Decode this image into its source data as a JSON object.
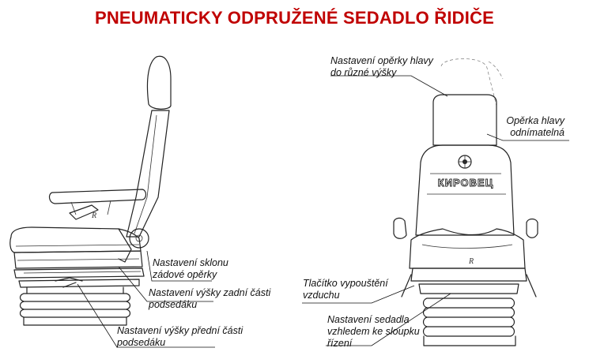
{
  "title": "PNEUMATICKY ODPRUŽENÉ SEDADLO ŘIDIČE",
  "colors": {
    "title": "#c00000",
    "drawing": "#222222",
    "background": "#ffffff"
  },
  "logo_text": "КИРОВЕЦ",
  "mark_letter": "R",
  "labels": {
    "headrest_height": {
      "line1": "Nastavení opěrky hlavy",
      "line2": "do různé výšky"
    },
    "headrest_removable": {
      "line1": "Opěrka hlavy",
      "line2": "odnímatelná"
    },
    "backrest_tilt": {
      "line1": "Nastavení sklonu",
      "line2": "zádové opěrky"
    },
    "rear_height": {
      "line1": "Nastavení výšky zadní části",
      "line2": "podsedáku"
    },
    "front_height": {
      "line1": "Nastavení výšky přední části",
      "line2": "podsedáku"
    },
    "air_release": {
      "line1": "Tlačítko vypouštění",
      "line2": "vzduchu"
    },
    "steering_position": {
      "line1": "Nastavení sedadla",
      "line2": "vzhledem ke sloupku",
      "line3": "řízení"
    }
  }
}
